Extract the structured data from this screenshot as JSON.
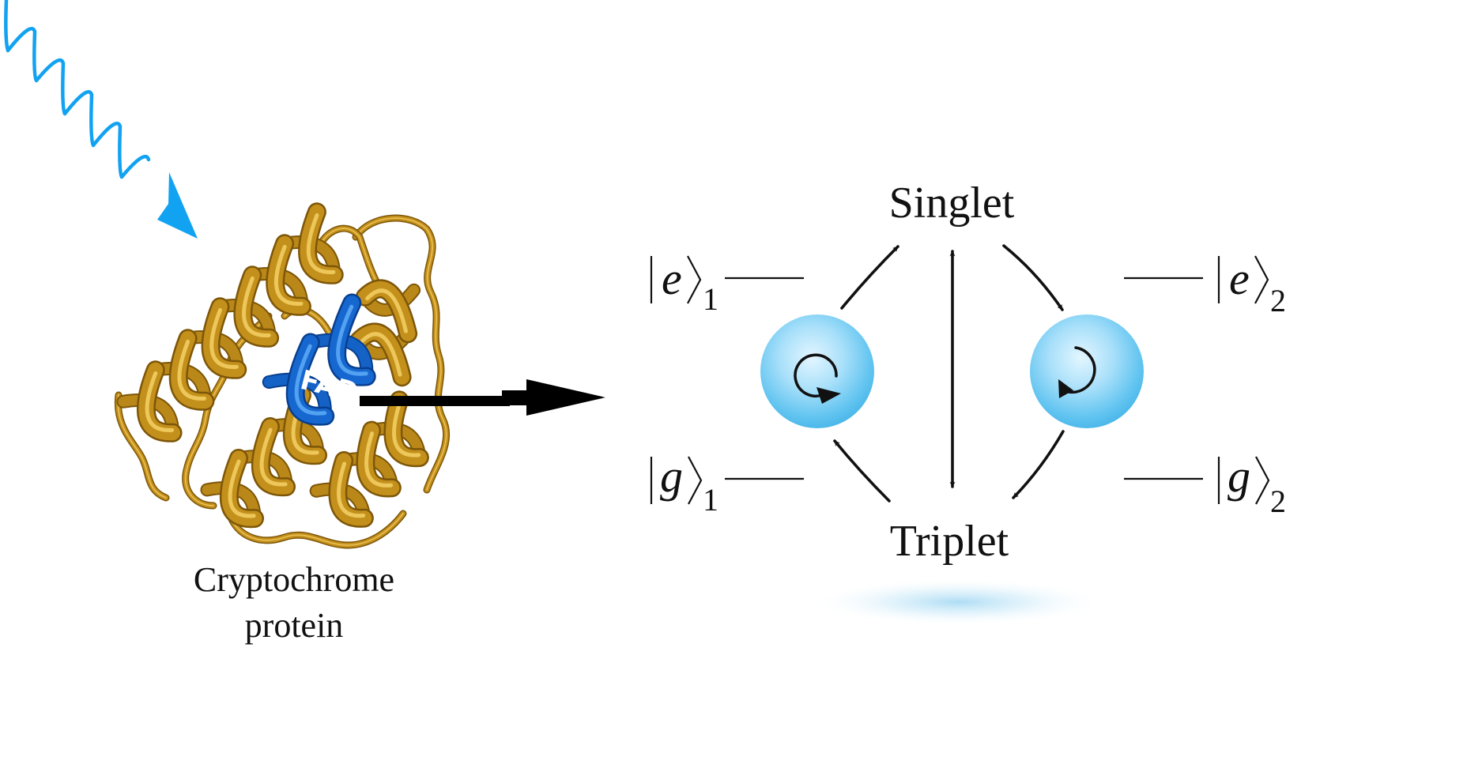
{
  "figure": {
    "photon": {
      "icon": "photon-wave-arrow-icon",
      "color": "#12a2f2"
    },
    "protein": {
      "icon": "protein-ribbon-icon",
      "chromophore_label": "FAD",
      "caption_line1": "Cryptochrome",
      "caption_line2": "protein",
      "helix_color": "#c4901c",
      "helix_highlight": "#f2cd62",
      "helix_shadow": "#7d5608",
      "fad_color": "#1668d0"
    },
    "transfer_arrow": {
      "icon": "right-arrow-icon",
      "color": "#000000"
    },
    "radical_pair": {
      "singlet_label": "Singlet",
      "triplet_label": "Triplet",
      "sphere_color": "#5cc3f0",
      "left_levels": [
        {
          "symbol": "e",
          "subscript": "1"
        },
        {
          "symbol": "g",
          "subscript": "1"
        }
      ],
      "right_levels": [
        {
          "symbol": "e",
          "subscript": "2"
        },
        {
          "symbol": "g",
          "subscript": "2"
        }
      ],
      "left_spin": {
        "icon": "spin-counterclockwise-icon"
      },
      "right_spin": {
        "icon": "spin-clockwise-icon"
      }
    }
  }
}
